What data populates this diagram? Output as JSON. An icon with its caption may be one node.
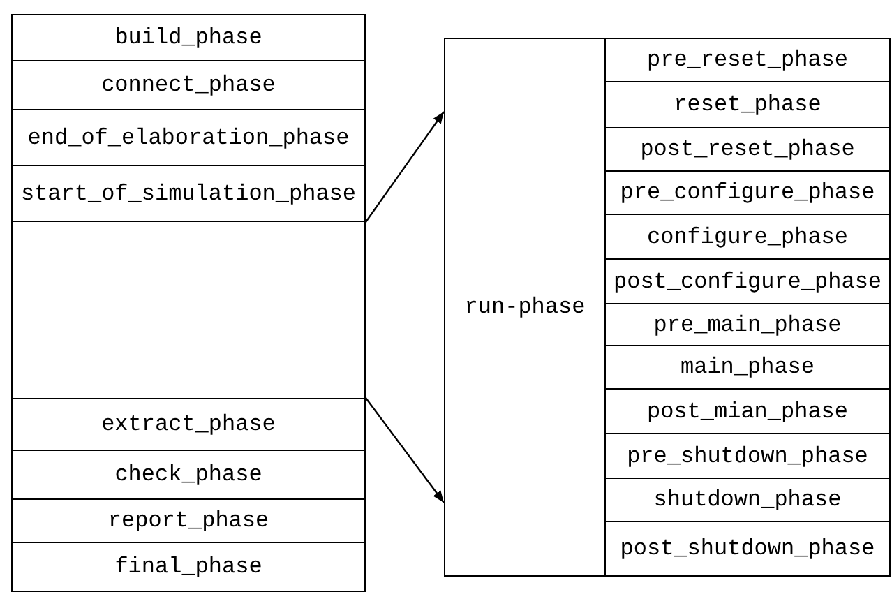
{
  "diagram": {
    "nodes": [
      {
        "text": [
          "build_phase"
        ]
      },
      {
        "text": [
          "connect_phase"
        ]
      },
      {
        "text": [
          "end_of_elaboration_phase"
        ]
      },
      {
        "text": [
          "start_of_simulation_phase"
        ]
      },
      {
        "text": [],
        "shape": "box"
      },
      {
        "text": [
          "extract_phase"
        ]
      },
      {
        "text": [
          "check_phase"
        ]
      },
      {
        "text": [
          "report_phase"
        ]
      },
      {
        "text": [
          "final_phase"
        ]
      },
      {
        "text": [
          "run-phase"
        ]
      },
      {
        "text": [
          "pre_reset_phase"
        ],
        "in": 9
      },
      {
        "text": [
          "reset_phase"
        ],
        "in": 9
      },
      {
        "text": [
          "post_reset_phase"
        ],
        "in": 9
      },
      {
        "text": [
          "pre_configure_phase"
        ],
        "in": 9
      },
      {
        "text": [
          "configure_phase"
        ],
        "in": 9
      },
      {
        "text": [
          "post_configure_phase"
        ],
        "in": 9
      },
      {
        "text": [
          "pre_main_phase"
        ],
        "in": 9
      },
      {
        "text": [
          "main_phase"
        ],
        "in": 9
      },
      {
        "text": [
          "post_mian_phase"
        ],
        "in": 9
      },
      {
        "text": [
          "pre_shutdown_phase"
        ],
        "in": 9
      },
      {
        "text": [
          "shutdown_phase"
        ],
        "in": 9
      },
      {
        "text": [
          "post_shutdown_phase"
        ],
        "in": 9
      }
    ],
    "edges": [
      {
        "from": 3,
        "to": 9,
        "arrow": "to"
      },
      {
        "from": 5,
        "to": 9,
        "arrow": "to"
      }
    ]
  }
}
